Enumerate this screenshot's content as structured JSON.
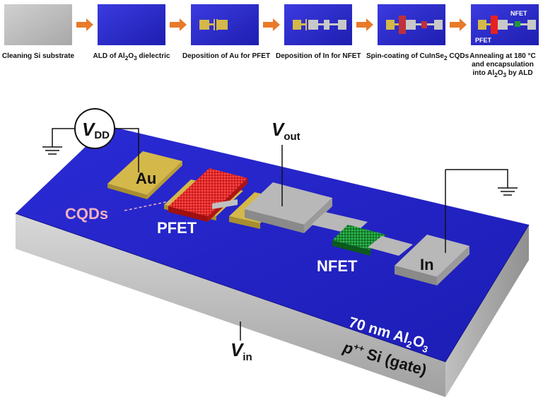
{
  "process_steps": [
    {
      "label_html": "Cleaning Si substrate"
    },
    {
      "label_html": "ALD of Al<sub>2</sub>O<sub>3</sub> dielectric"
    },
    {
      "label_html": "Deposition of Au for PFET"
    },
    {
      "label_html": "Deposition of In for NFET"
    },
    {
      "label_html": "Spin-coating of CuInSe<sub>2</sub> CQDs"
    },
    {
      "label_html": "Annealing at 180 °C<br>and encapsulation<br>into Al<sub>2</sub>O<sub>3</sub> by ALD"
    }
  ],
  "step_thumb_labels": {
    "pfet": "PFET",
    "nfet": "NFET"
  },
  "device": {
    "vdd_v": "V",
    "vdd_sub": "DD",
    "vout_v": "V",
    "vout_sub": "out",
    "vin_v": "V",
    "vin_sub": "in",
    "au_label": "Au",
    "in_label": "In",
    "cqds_label": "CQDs",
    "pfet_label": "PFET",
    "nfet_label": "NFET",
    "dielectric_label": "70 nm Al",
    "dielectric_sub": "2",
    "dielectric_end": "O",
    "dielectric_sub2": "3",
    "substrate_label": "p",
    "substrate_sup": "++",
    "substrate_end": " Si (gate)"
  },
  "colors": {
    "substrate_blue": "#2222c8",
    "gold": "#d4b84a",
    "indium_gray": "#b8b8b8",
    "pfet_red": "#e82020",
    "nfet_green": "#1e9a3a",
    "arrow_orange": "#e87a2a",
    "cqds_pink": "#f0b0c0"
  }
}
